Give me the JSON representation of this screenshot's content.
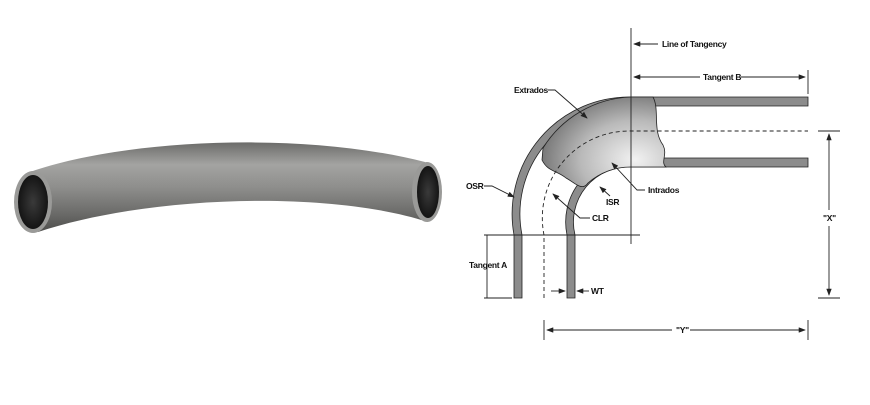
{
  "photo": {
    "subject": "bent pipe elbow",
    "colors": {
      "metal_light": "#a9a9a7",
      "metal_mid": "#838381",
      "metal_dark": "#5a5a58",
      "bore": "#1e1e1e"
    }
  },
  "diagram": {
    "labels": {
      "line_of_tangency": "Line of Tangency",
      "tangent_b": "Tangent B",
      "extrados": "Extrados",
      "intrados": "Intrados",
      "osr": "OSR",
      "isr": "ISR",
      "clr": "CLR",
      "tangent_a": "Tangent A",
      "wt": "WT",
      "x_dim": "\"X\"",
      "y_dim": "\"Y\""
    },
    "colors": {
      "line": "#222222",
      "pipe_fill": "#8c8c8c",
      "shade_light": "#e6e6e6",
      "shade_dark": "#7a7a7a"
    }
  }
}
